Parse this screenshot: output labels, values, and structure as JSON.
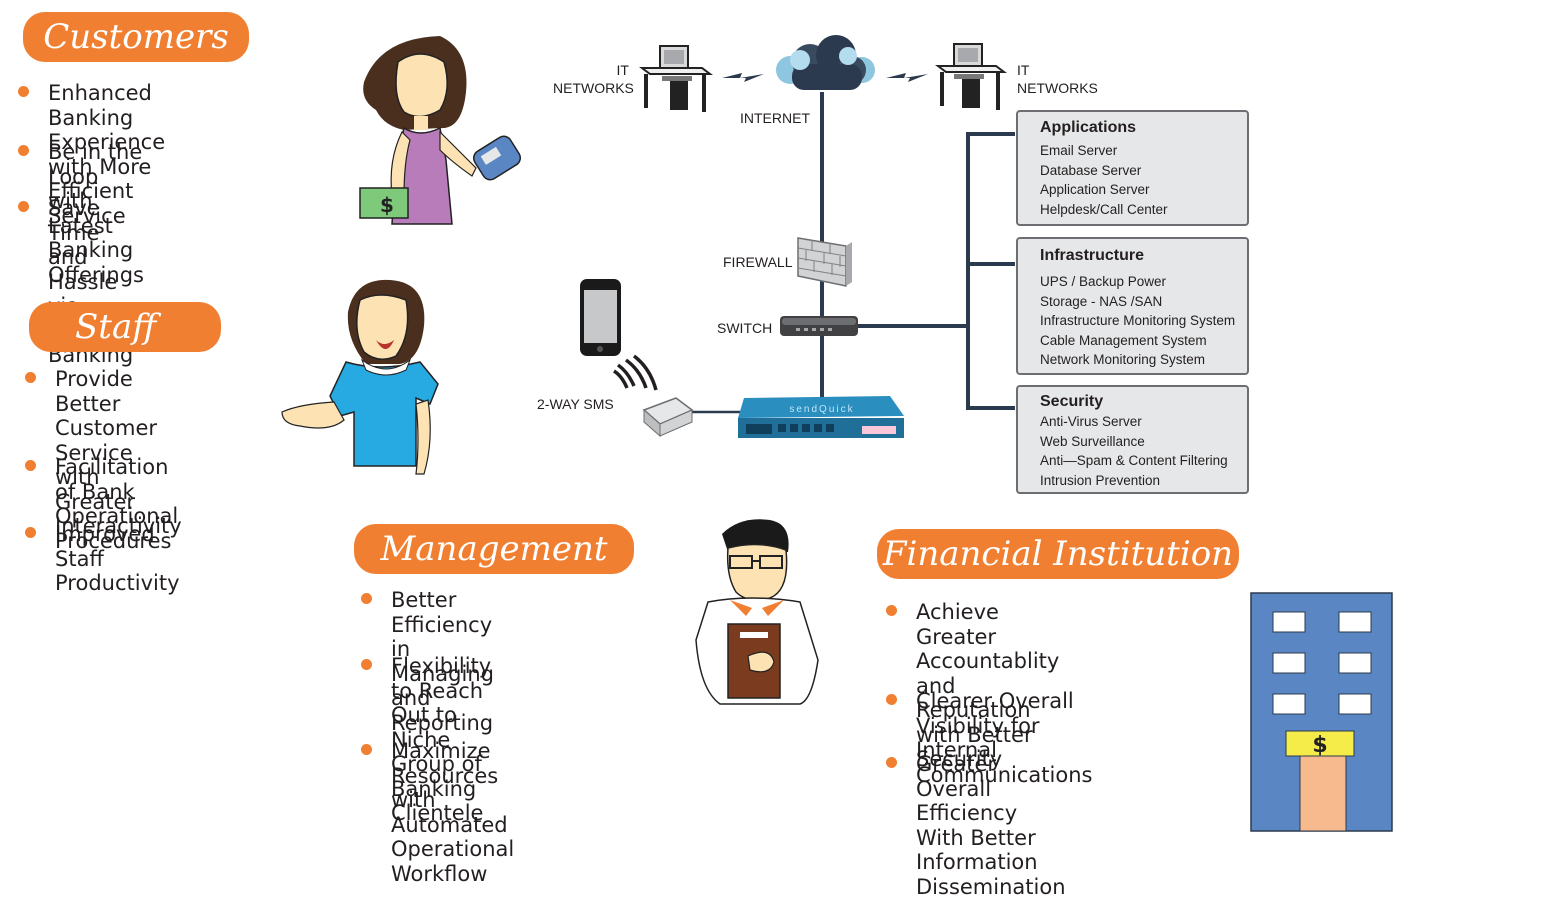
{
  "customers": {
    "title": "Customers",
    "items": [
      "Enhanced Banking Experience\nwith More Efficient Service",
      "Be in the Loop with Latest\nBanking Offerings",
      "Save Time and Hassle via\nSMS Banking"
    ]
  },
  "staff": {
    "title": "Staff",
    "items": [
      "Provide Better Customer\nService with Greater\nInteractivity",
      "Facilitation of Bank\nOperational Procedures",
      "Improved Staff Productivity"
    ]
  },
  "management": {
    "title": "Management",
    "items": [
      "Better Efficiency in Managing\nand Reporting",
      "Flexibility to Reach Out to\nNiche Group of Banking\nClientele",
      "Maximize Resources with\nAutomated Operational\nWorkflow"
    ]
  },
  "financial": {
    "title": "Financial Institution",
    "items": [
      "Achieve Greater Accountablity\nand Reputation with Better\nSecurity",
      "Clearer Overall Visibility for\nInternal Communications",
      "Greater Overall Efficiency\nWith Better Information\nDissemination"
    ]
  },
  "network": {
    "it_networks_left": "IT\nNETWORKS",
    "it_networks_right": "IT\nNETWORKS",
    "internet": "INTERNET",
    "firewall": "FIREWALL",
    "switch": "SWITCH",
    "two_way_sms": "2-WAY SMS",
    "device_brand": "sendQuick",
    "dollar_sign": "$",
    "boxes": [
      {
        "title": "Applications",
        "items": [
          "Email Server",
          "Database Server",
          "Application Server",
          "Helpdesk/Call Center"
        ]
      },
      {
        "title": "Infrastructure",
        "items": [
          "UPS / Backup Power",
          "Storage - NAS /SAN",
          "Infrastructure Monitoring System",
          "Cable Management System",
          "Network Monitoring System"
        ]
      },
      {
        "title": "Security",
        "items": [
          "Anti-Virus Server",
          "Web Surveillance",
          "Anti—Spam & Content Filtering",
          "Intrusion Prevention"
        ]
      }
    ]
  },
  "colors": {
    "accent_orange": "#f07f31",
    "line_navy": "#2b3a4e",
    "box_grey": "#e6e7e8",
    "building_blue": "#5b86c4"
  }
}
